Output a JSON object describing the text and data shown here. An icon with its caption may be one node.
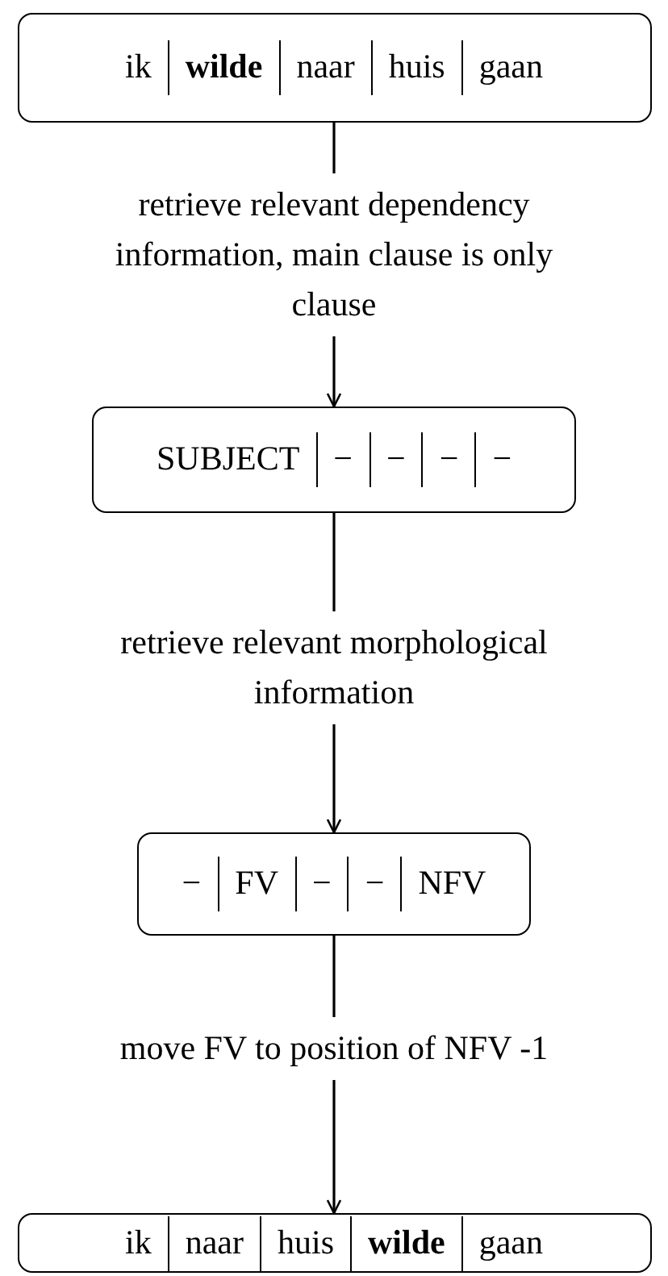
{
  "diagram": {
    "nodes": [
      {
        "text": [
          "ik",
          "**wilde**",
          "naar",
          "huis",
          "gaan"
        ]
      },
      {
        "text": [
          "SUBJECT",
          "−",
          "−",
          "−",
          "−"
        ]
      },
      {
        "text": [
          "−",
          "FV",
          "−",
          "−",
          "NFV"
        ]
      },
      {
        "text": [
          "ik",
          "naar",
          "huis",
          "**wilde**",
          "gaan"
        ]
      }
    ],
    "edges": [
      {
        "from": 0,
        "to": 1,
        "arrow": "to",
        "label": "retrieve relevant dependency information, main clause is only clause"
      },
      {
        "from": 1,
        "to": 2,
        "arrow": "to",
        "label": "retrieve relevant morphological information"
      },
      {
        "from": 2,
        "to": 3,
        "arrow": "to",
        "label": "move FV to position of NFV -1"
      }
    ]
  }
}
